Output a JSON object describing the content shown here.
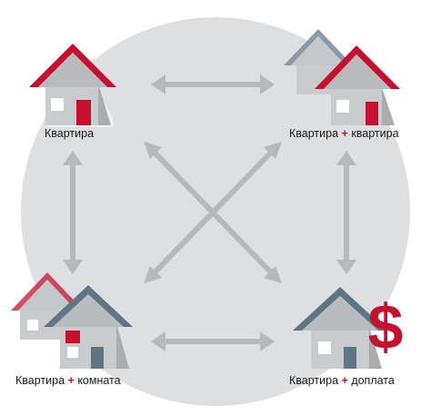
{
  "diagram": {
    "nodes": [
      {
        "id": "apartment",
        "label_parts": [
          "Квартира"
        ]
      },
      {
        "id": "apartment-plus-apartment",
        "label_parts": [
          "Квартира",
          "+",
          "квартира"
        ]
      },
      {
        "id": "apartment-plus-room",
        "label_parts": [
          "Квартира",
          "+",
          "комната"
        ]
      },
      {
        "id": "apartment-plus-surcharge",
        "label_parts": [
          "Квартира",
          "+",
          "доплата"
        ]
      }
    ],
    "currency_symbol": "$",
    "colors": {
      "circle_bg": "#dddfe1",
      "roof_red": "#c8102e",
      "roof_gray": "#8a9aa6",
      "roof_slate": "#5e7584",
      "arrow": "#b5b9bc",
      "house_wall": "#c9ccce",
      "door_red": "#c8102e",
      "plus_red": "#c8102e"
    }
  }
}
